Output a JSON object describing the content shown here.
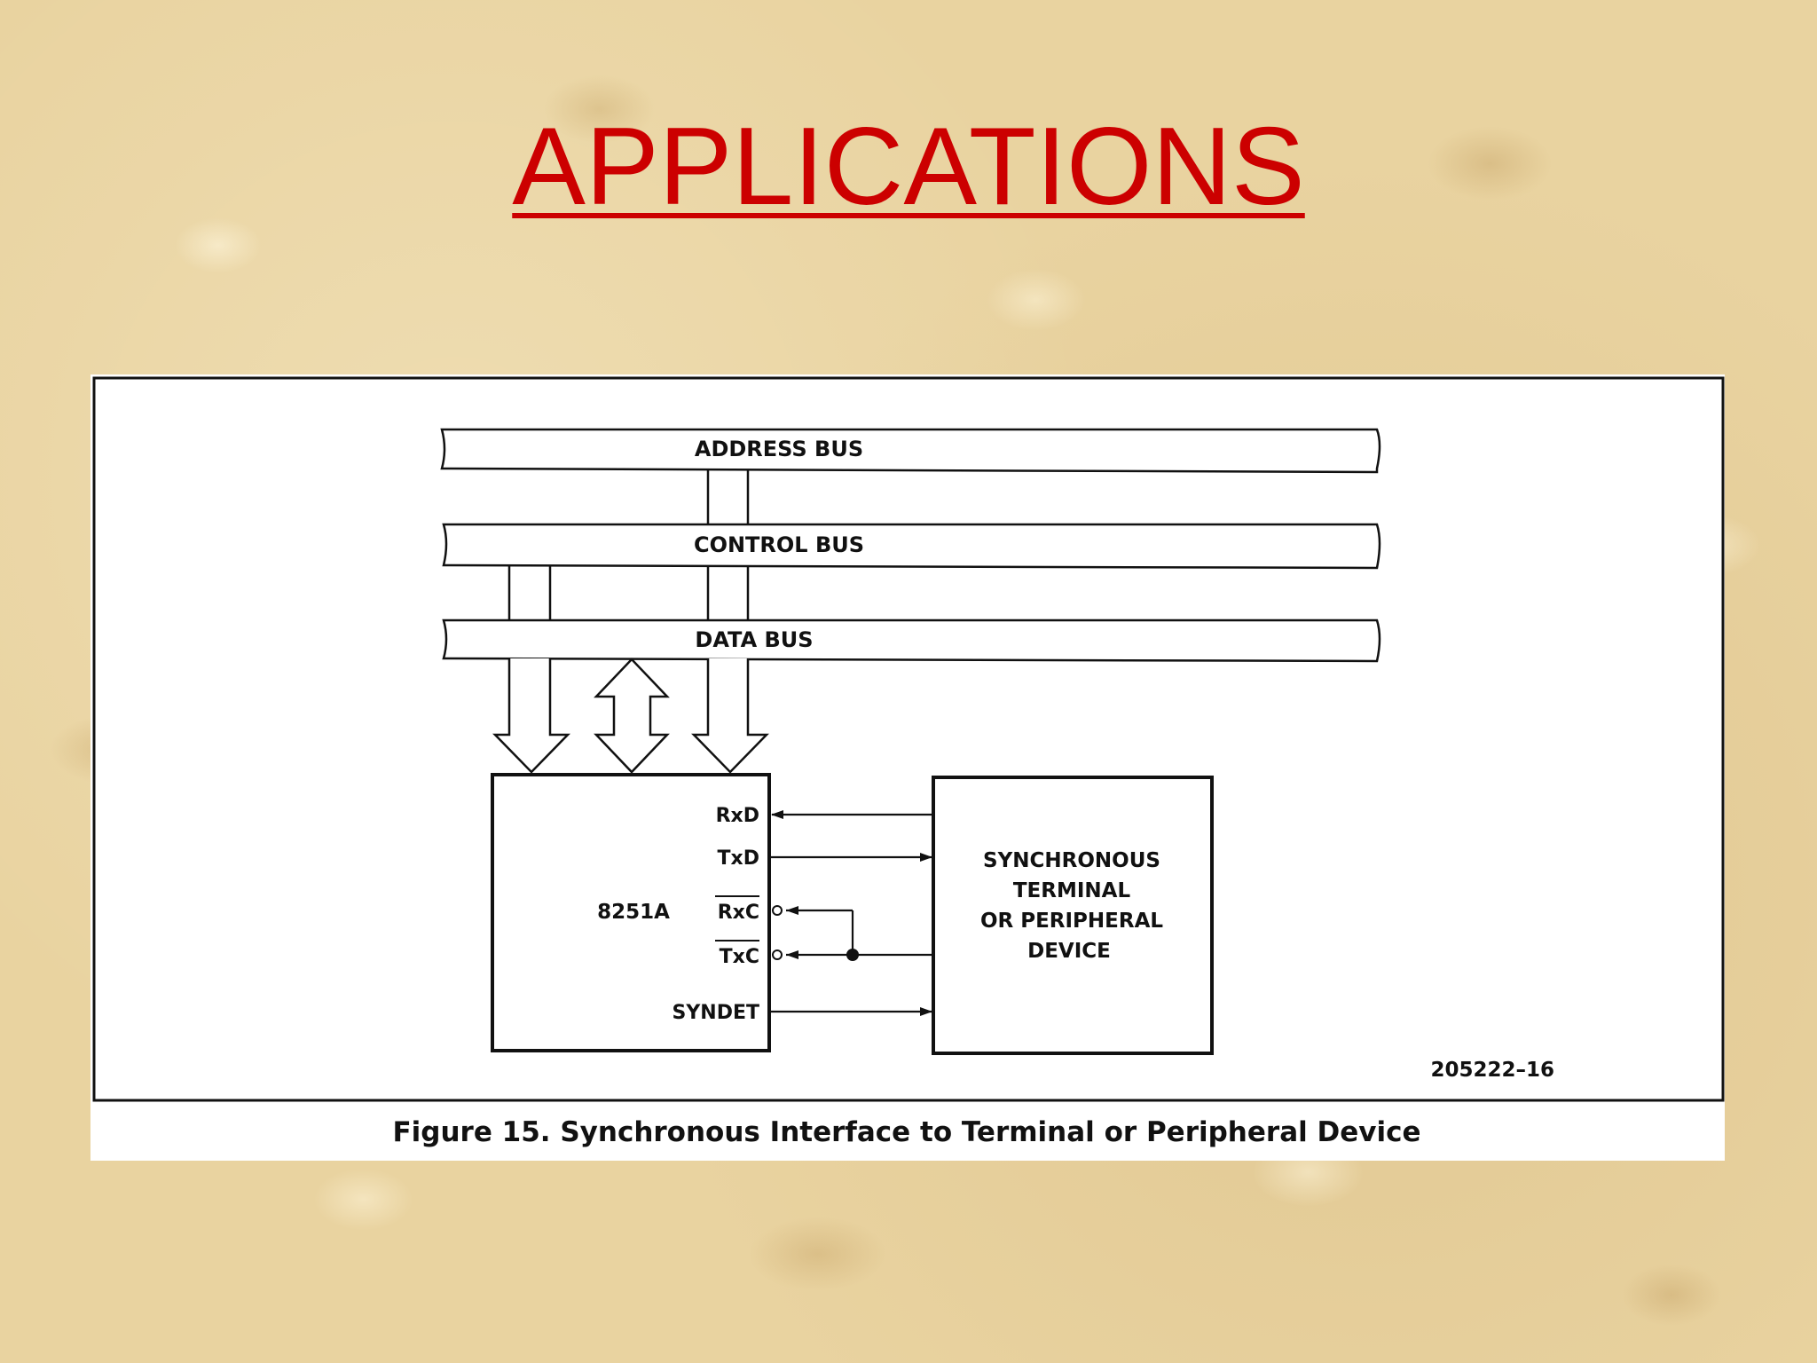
{
  "slide": {
    "title": "APPLICATIONS"
  },
  "figure": {
    "buses": {
      "address": "ADDRESS BUS",
      "control": "CONTROL BUS",
      "data": "DATA BUS"
    },
    "chip": {
      "name": "8251A",
      "pins": {
        "rxd": "RxD",
        "txd": "TxD",
        "rxc": "RxC",
        "txc": "TxC",
        "syndet": "SYNDET"
      }
    },
    "device": {
      "lines": [
        "SYNCHRONOUS",
        "TERMINAL",
        "OR PERIPHERAL",
        "DEVICE"
      ]
    },
    "figure_number": "205222–16",
    "caption": "Figure 15. Synchronous Interface to Terminal or Peripheral Device"
  }
}
